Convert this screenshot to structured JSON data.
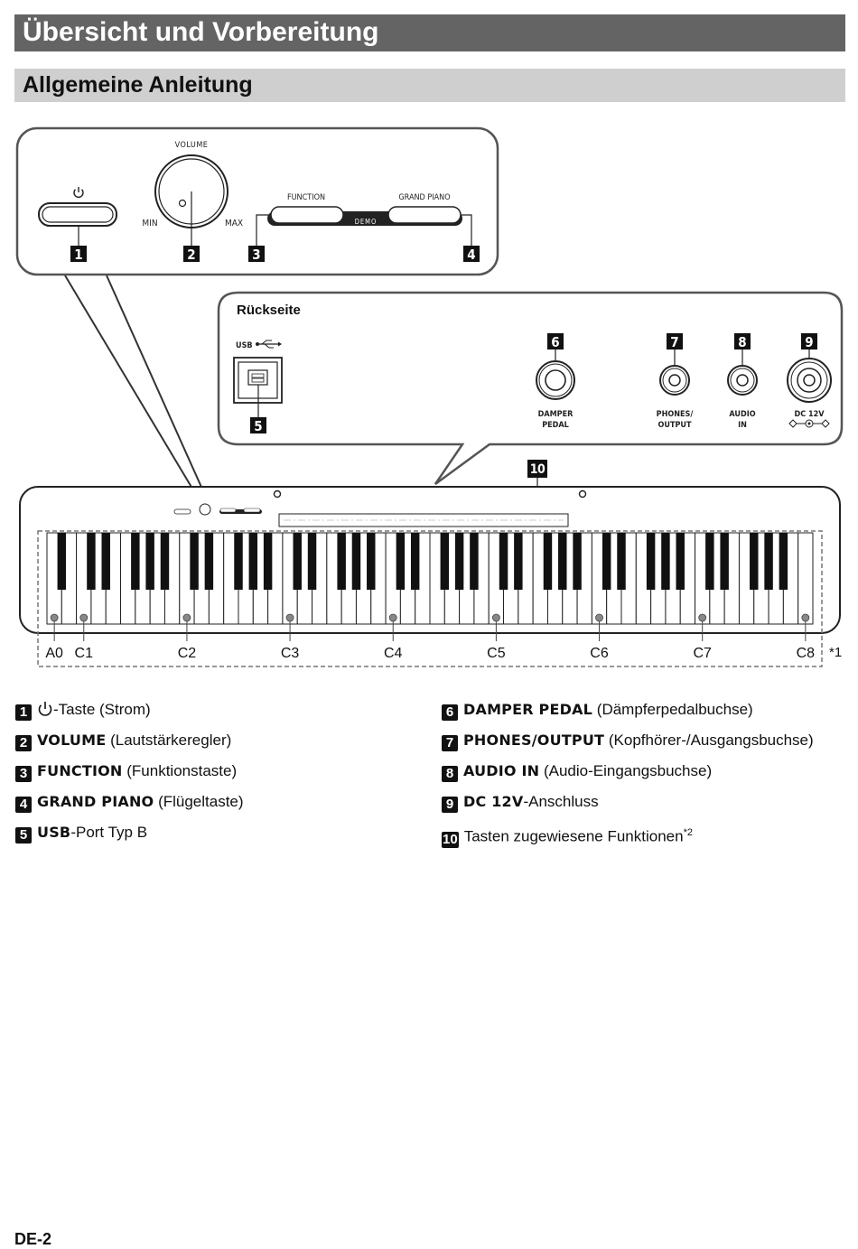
{
  "page": {
    "title": "Übersicht und Vorbereitung",
    "subtitle": "Allgemeine Anleitung",
    "page_number": "DE-2"
  },
  "panel": {
    "volume_label": "VOLUME",
    "min_label": "MIN",
    "max_label": "MAX",
    "function_label": "FUNCTION",
    "grand_piano_label": "GRAND PIANO",
    "demo_label": "DEMO"
  },
  "rear": {
    "title": "Rückseite",
    "usb_label": "USB",
    "damper_line1": "DAMPER",
    "damper_line2": "PEDAL",
    "phones_line1": "PHONES/",
    "phones_line2": "OUTPUT",
    "audio_line1": "AUDIO",
    "audio_line2": "IN",
    "dc_label": "DC 12V"
  },
  "badges": [
    "1",
    "2",
    "3",
    "4",
    "5",
    "6",
    "7",
    "8",
    "9",
    "10"
  ],
  "keyboard": {
    "note_labels": [
      "A0",
      "C1",
      "C2",
      "C3",
      "C4",
      "C5",
      "C6",
      "C7",
      "C8"
    ],
    "footnote": "*1"
  },
  "legend": [
    {
      "num": "1",
      "kw": "",
      "text": "-Taste (Strom)",
      "icon": "power-icon"
    },
    {
      "num": "2",
      "kw": "VOLUME",
      "text": " (Lautstärkeregler)"
    },
    {
      "num": "3",
      "kw": "FUNCTION",
      "text": " (Funktionstaste)"
    },
    {
      "num": "4",
      "kw": "GRAND PIANO",
      "text": " (Flügeltaste)"
    },
    {
      "num": "5",
      "kw": "USB",
      "text": "-Port Typ B"
    },
    {
      "num": "6",
      "kw": "DAMPER PEDAL",
      "text": " (Dämpferpedalbuchse)"
    },
    {
      "num": "7",
      "kw": "PHONES/OUTPUT",
      "text": " (Kopfhörer-/Ausgangsbuchse)"
    },
    {
      "num": "8",
      "kw": "AUDIO IN",
      "text": " (Audio-Eingangsbuchse)"
    },
    {
      "num": "9",
      "kw": "DC 12V",
      "text": "-Anschluss"
    },
    {
      "num": "10",
      "kw": "",
      "text": "Tasten zugewiesene Funktionen",
      "sup": "*2"
    }
  ],
  "colors": {
    "header_bg": "#646464",
    "subheader_bg": "#cfcfcf",
    "line": "#333333",
    "badge_bg": "#111111"
  }
}
